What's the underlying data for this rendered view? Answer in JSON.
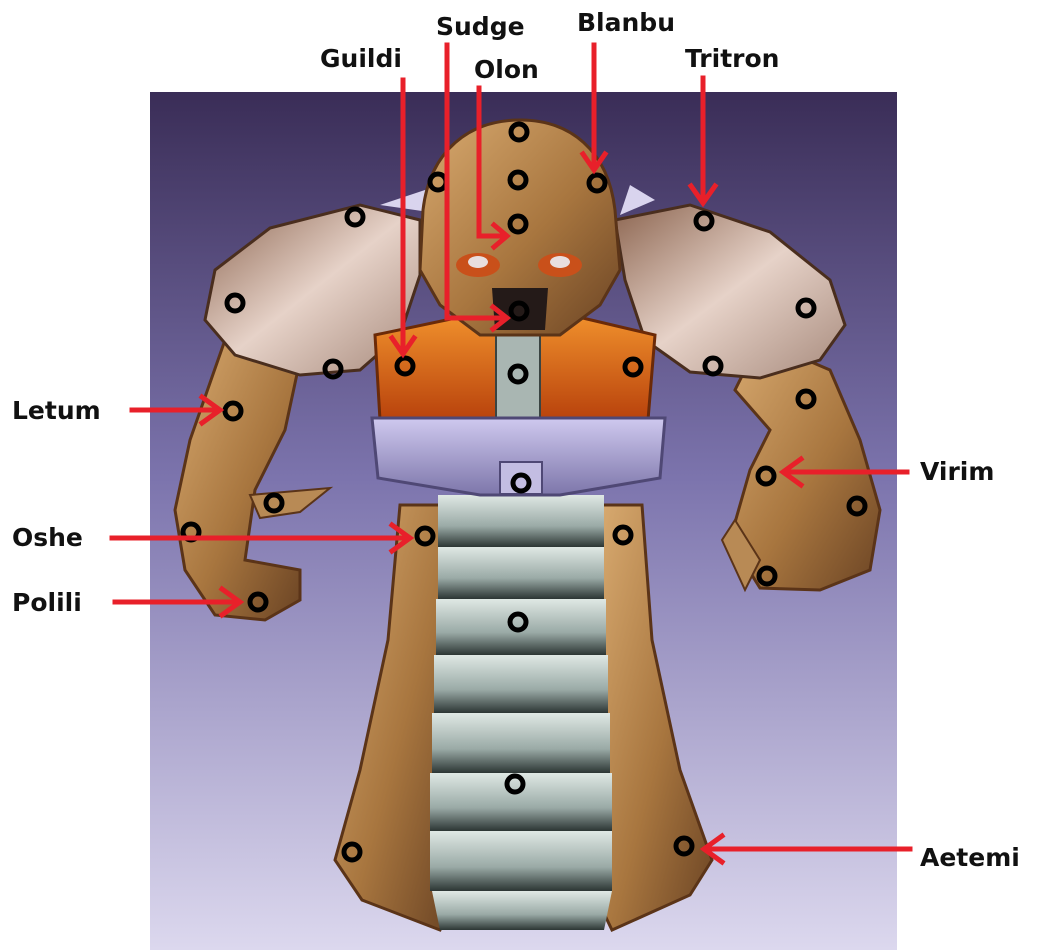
{
  "labels": {
    "sudge": "Sudge",
    "blanbu": "Blanbu",
    "guildi": "Guildi",
    "olon": "Olon",
    "tritron": "Tritron",
    "letum": "Letum",
    "virim": "Virim",
    "oshe": "Oshe",
    "polili": "Polili",
    "aetemi": "Aetemi"
  },
  "colors": {
    "arrow": "#e8202a",
    "marker": "#000000",
    "background_top": "#3b2f5a",
    "background_bottom": "#d7d3ea",
    "skin": "#b88a55",
    "skin_dark": "#6b4424",
    "shoulder_pad": "#cdb6aa",
    "chest": "#e8741a",
    "belt": "#a9a2cf",
    "torso_segments": "#b9c5c1"
  },
  "icon": "creature-sprite"
}
